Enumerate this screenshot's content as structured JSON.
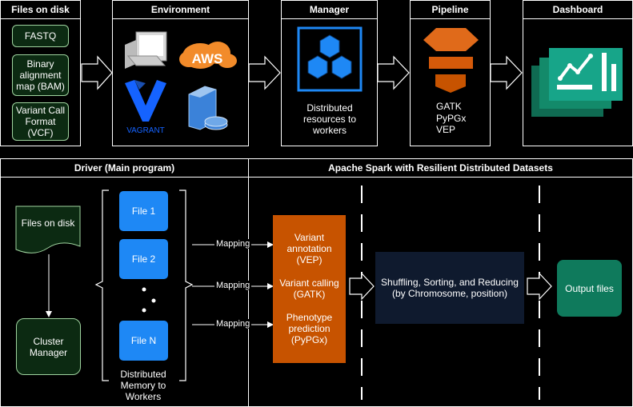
{
  "top": {
    "files_on_disk": {
      "title": "Files on disk",
      "items": [
        "FASTQ",
        "Binary alignment map (BAM)",
        "Variant Call Format (VCF)"
      ]
    },
    "environment": {
      "title": "Environment",
      "icons": [
        "computer-icon",
        "aws-icon",
        "vagrant-icon",
        "server-database-icon"
      ],
      "aws_text": "AWS",
      "vagrant_text": "VAGRANT"
    },
    "manager": {
      "title": "Manager",
      "icon": "cubes-icon",
      "text": "Distributed resources to workers"
    },
    "pipeline": {
      "title": "Pipeline",
      "icon": "stack-layers-icon",
      "tools": [
        "GATK",
        "PyPGx",
        "VEP"
      ]
    },
    "dashboard": {
      "title": "Dashboard",
      "icon": "dashboard-cards-icon"
    }
  },
  "bottom": {
    "driver": {
      "title": "Driver (Main program)",
      "files_on_disk": "Files on disk",
      "cluster_manager": "Cluster Manager",
      "files": [
        "File 1",
        "File 2",
        "File N"
      ],
      "memory_label": "Distributed Memory to Workers"
    },
    "spark": {
      "title": "Apache Spark with Resilient Distributed Datasets",
      "mapping_labels": [
        "Mapping",
        "Mapping",
        "Mapping"
      ],
      "tasks": [
        "Variant annotation (VEP)",
        "Variant calling (GATK)",
        "Phenotype prediction (PyPGx)"
      ],
      "shuffle": "Shuffling, Sorting, and Reducing (by Chromosome, position)",
      "output": "Output files"
    }
  },
  "colors": {
    "green_box": "#0c2a12",
    "file_blue": "#1e88f5",
    "task_orange": "#c75300",
    "shuffle_navy": "#0f1a2e",
    "output_teal": "#0f7a5c",
    "aws_orange": "#f28b2a",
    "manager_blue": "#1e88f5",
    "dashboard_teal": "#17a589"
  }
}
